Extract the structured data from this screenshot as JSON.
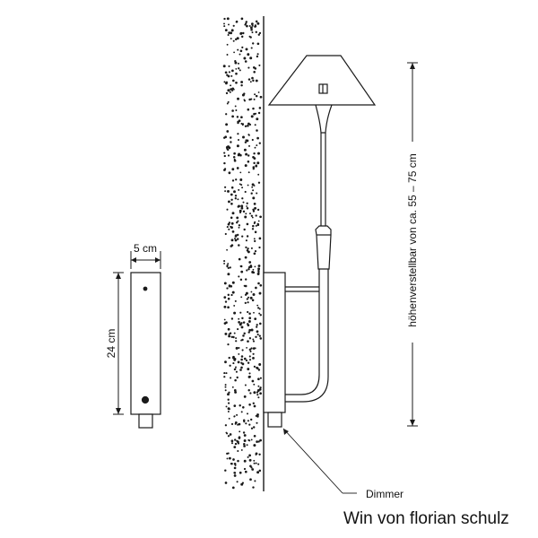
{
  "labels": {
    "width": "5 cm",
    "height": "24 cm",
    "adjustable_height": "höhenverstellbar von ca. 55 – 75 cm",
    "dimmer": "Dimmer",
    "caption": "Win von florian schulz"
  },
  "colors": {
    "line": "#1a1a1a",
    "wall_dots": "#1a1a1a",
    "background": "#ffffff"
  }
}
